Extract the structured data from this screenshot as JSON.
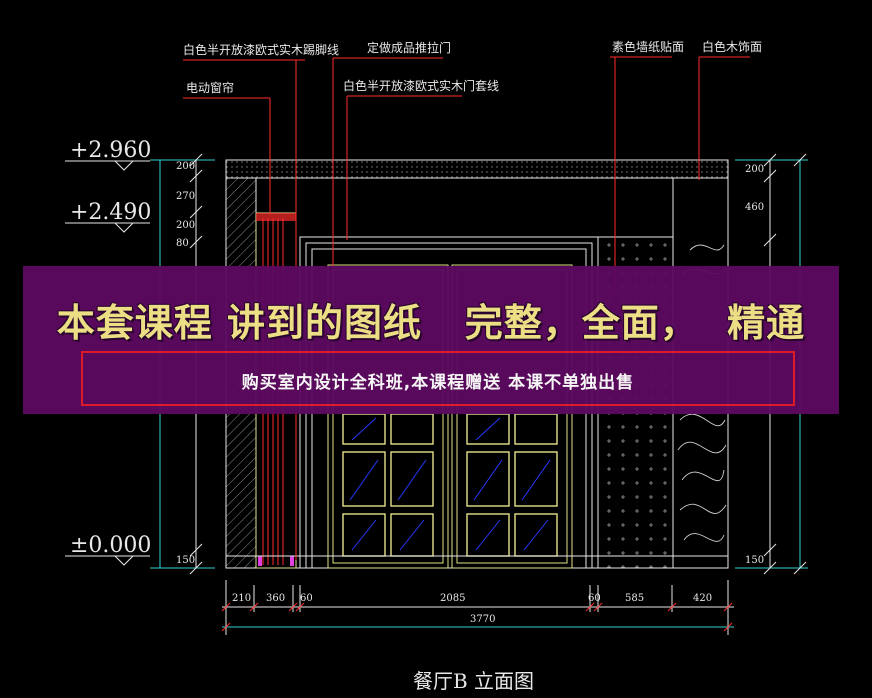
{
  "elevation": {
    "title": "餐厅B 立面图",
    "levels": [
      "+2.960",
      "+2.490",
      "±0.000"
    ],
    "callouts": {
      "baseboard": "白色半开放漆欧式实木踢脚线",
      "sliding_door": "定做成品推拉门",
      "curtain": "电动窗帘",
      "door_casing": "白色半开放漆欧式实木门套线",
      "wallpaper": "素色墙纸贴面",
      "wood_panel": "白色木饰面"
    },
    "dims_bottom": [
      "210",
      "360",
      "60",
      "2085",
      "60",
      "585",
      "420"
    ],
    "dim_total": "3770",
    "dims_left": [
      "200",
      "270",
      "200",
      "80",
      "150"
    ],
    "dims_right": [
      "200",
      "460",
      "150"
    ]
  },
  "banner": {
    "headline": "本套课程 讲到的图纸   完整，全面，  精通",
    "subline": "购买室内设计全科班,本课程赠送 本课不单独出售"
  },
  "colors": {
    "cad_white": "#e8e8e8",
    "cad_yellow": "#e4e08a",
    "cad_red": "#ff2b2b",
    "cad_blue": "#2838ff",
    "cad_magenta": "#e040e0",
    "cad_cyan": "#35d0d0",
    "banner_bg": "#5c0a5f",
    "banner_text": "#f6e88a",
    "frame_red": "#e61c2a"
  }
}
